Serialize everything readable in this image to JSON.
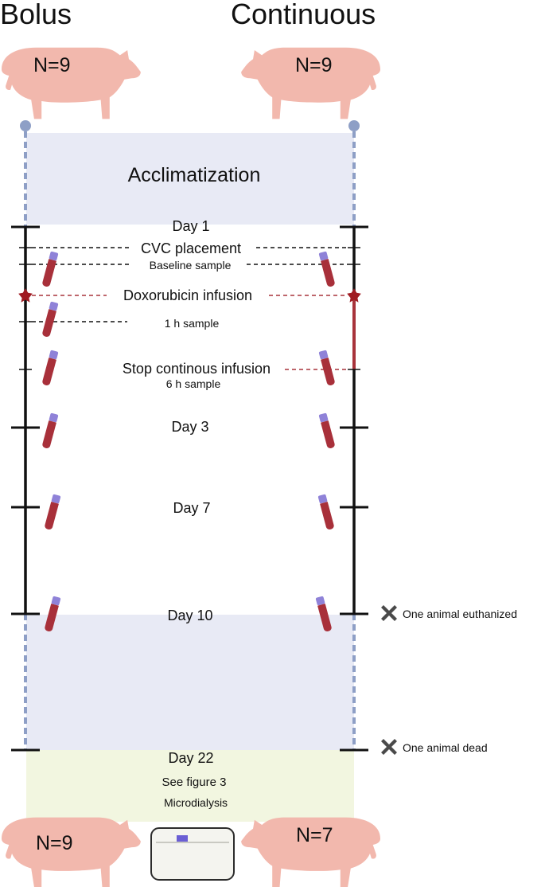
{
  "groups": {
    "left": {
      "title": "Bolus",
      "start_n": "N=9",
      "end_n": "N=9"
    },
    "right": {
      "title": "Continuous",
      "start_n": "N=9",
      "end_n": "N=7"
    }
  },
  "phases": {
    "acclimatization": "Acclimatization"
  },
  "timeline": {
    "day1": "Day 1",
    "cvc": "CVC placement",
    "baseline": "Baseline sample",
    "doxorubicin": "Doxorubicin infusion",
    "one_h": "1 h sample",
    "stop_infusion": "Stop continous infusion",
    "six_h": "6 h sample",
    "day3": "Day 3",
    "day7": "Day 7",
    "day10": "Day 10",
    "day22": "Day 22",
    "see_figure": "See figure 3",
    "microdialysis": "Microdialysis"
  },
  "events": {
    "euthanized": "One animal euthanized",
    "dead": "One animal dead"
  },
  "colors": {
    "acclimatization_bg": "#e8eaf5",
    "day22_bg": "#f2f6e0",
    "pig": "#f2b8ad",
    "dashed_line": "#8e9fc6",
    "infusion_red": "#a8333b",
    "tube_red": "#a8303a",
    "tube_cap": "#8f82d8"
  },
  "icons": [
    "pig-icon",
    "blood-tube-icon",
    "infusion-star-icon",
    "cross-icon",
    "microdialysis-device-icon"
  ]
}
